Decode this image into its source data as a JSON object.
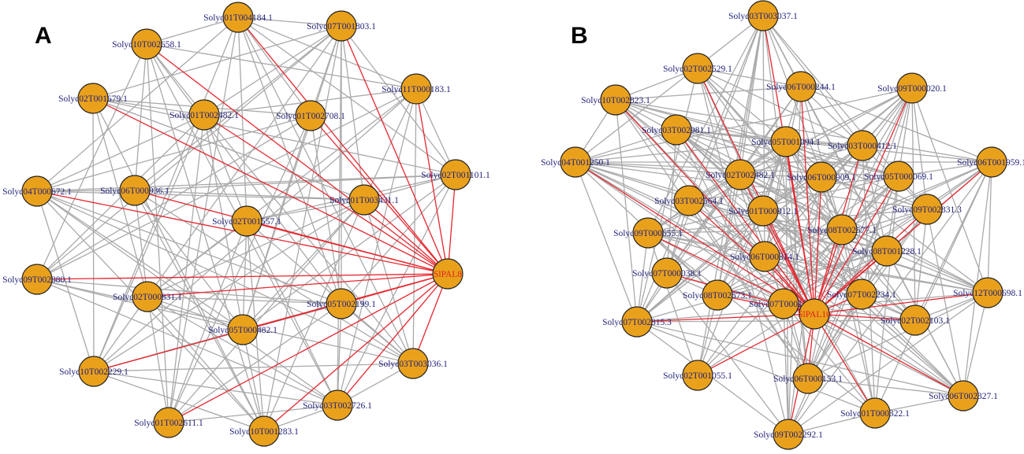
{
  "colors": {
    "node_fill": "#E9A11C",
    "node_stroke": "#222222",
    "edge_gray": "#aaaaaa",
    "edge_red": "#e8262e",
    "label_blue": "#1f1f7a",
    "label_red": "#e02020"
  },
  "panels": [
    {
      "label": "A",
      "hub": "SlPAL8",
      "nodes": [
        "Solyc01T004184.1",
        "Solyc07T001803.1",
        "Solyc10T002658.1",
        "Solyc11T000183.1",
        "Solyc02T001679.1",
        "Solyc01T002482.1",
        "Solyc01T002708.1",
        "Solyc02T001101.1",
        "Solyc04T000672.1",
        "Solyc06T000936.1",
        "Solyc01T003431.1",
        "Solyc02T001557.1",
        "SlPAL8",
        "Solyc09T002880.1",
        "Solyc02T000831.1",
        "Solyc05T002199.1",
        "Solyc05T000482.1",
        "Solyc03T003036.1",
        "Solyc10T002229.1",
        "Solyc03T002726.1",
        "Solyc01T002611.1",
        "Solyc10T001283.1"
      ]
    },
    {
      "label": "B",
      "hub": "SlPAL10",
      "nodes": [
        "Solyc03T003037.1",
        "Solyc02T002529.1",
        "Solyc06T000244.1",
        "Solyc09T000020.1",
        "Solyc10T002823.1",
        "Solyc03T002981.1",
        "Solyc05T001094.1",
        "Solyc03T000412.1",
        "Solyc04T001250.1",
        "Solyc02T002482.1",
        "Solyc06T000909.1",
        "Solyc05T000069.1",
        "Solyc06T001959.1",
        "Solyc03T002564.1",
        "Solyc01T000912.1",
        "Solyc08T002577.1",
        "Solyc09T002831.3",
        "Solyc09T000655.1",
        "Solyc06T000314.1",
        "Solyc08T001228.1",
        "Solyc07T000038.1",
        "Solyc08T002573.1",
        "Solyc07T000134.1",
        "Solyc07T002234.1",
        "Solyc12T000698.1",
        "SlPAL10",
        "Solyc07T002815.3",
        "Solyc02T002103.1",
        "Solyc02T001055.1",
        "Solyc06T000153.1",
        "Solyc06T002327.1",
        "Solyc01T000322.1",
        "Solyc09T002292.1"
      ]
    }
  ]
}
